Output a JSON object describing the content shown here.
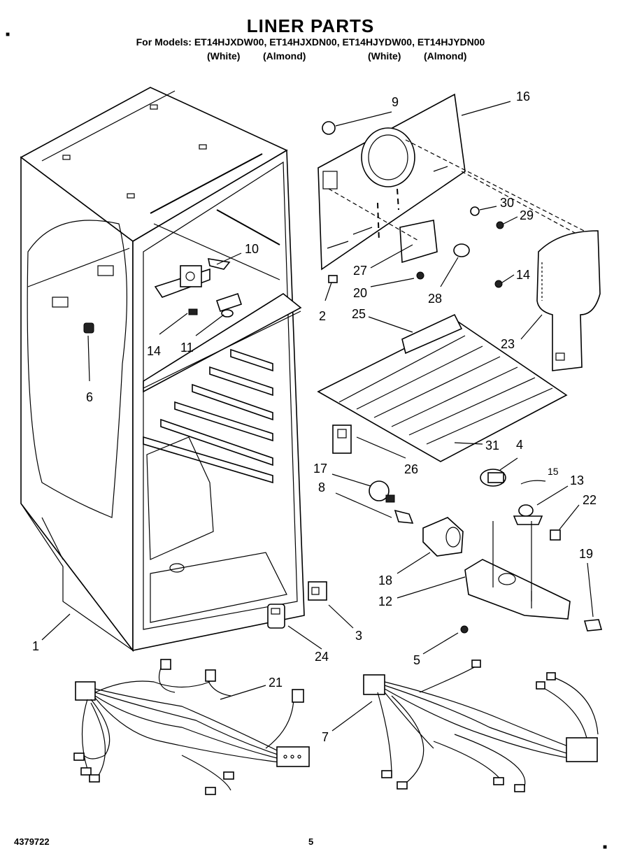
{
  "header": {
    "title": "LINER PARTS",
    "models_line": "For Models: ET14HJXDW00, ET14HJXDN00, ET14HJYDW00, ET14HJYDN00",
    "variants": [
      "(White)",
      "(Almond)",
      "(White)",
      "(Almond)"
    ]
  },
  "footer": {
    "doc_number": "4379722",
    "page_number": "5"
  },
  "callouts": {
    "c1": "1",
    "c2": "2",
    "c3": "3",
    "c4": "4",
    "c5": "5",
    "c6": "6",
    "c7": "7",
    "c8": "8",
    "c9": "9",
    "c10": "10",
    "c11": "11",
    "c12": "12",
    "c13": "13",
    "c14a": "14",
    "c14b": "14",
    "c15": "15",
    "c16": "16",
    "c17": "17",
    "c18": "18",
    "c19": "19",
    "c20": "20",
    "c21": "21",
    "c22": "22",
    "c23": "23",
    "c24": "24",
    "c25": "25",
    "c26": "26",
    "c27": "27",
    "c28": "28",
    "c29": "29",
    "c30": "30",
    "c31": "31"
  }
}
